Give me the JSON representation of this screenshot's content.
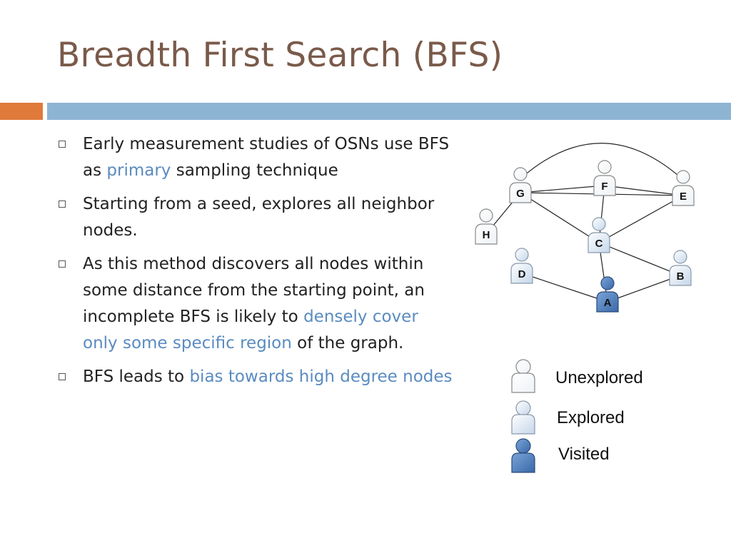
{
  "slide": {
    "title": "Breadth First Search (BFS)"
  },
  "bullets": [
    {
      "parts": [
        {
          "text": "Early measurement studies of OSNs use BFS as ",
          "highlight": false
        },
        {
          "text": "primary",
          "highlight": true
        },
        {
          "text": " sampling technique",
          "highlight": false
        }
      ]
    },
    {
      "parts": [
        {
          "text": "Starting from a seed, explores all neighbor nodes.",
          "highlight": false
        }
      ]
    },
    {
      "parts": [
        {
          "text": "As this method discovers all nodes within some distance from the starting point, an incomplete BFS is likely to ",
          "highlight": false
        },
        {
          "text": "densely cover only some specific region",
          "highlight": true
        },
        {
          "text": " of the graph.",
          "highlight": false
        }
      ]
    },
    {
      "parts": [
        {
          "text": "BFS leads to ",
          "highlight": false
        },
        {
          "text": "bias towards high degree nodes",
          "highlight": true
        }
      ]
    }
  ],
  "graph": {
    "nodes": [
      {
        "id": "G",
        "label": "G",
        "state": "unexplored"
      },
      {
        "id": "F",
        "label": "F",
        "state": "unexplored"
      },
      {
        "id": "E",
        "label": "E",
        "state": "unexplored"
      },
      {
        "id": "H",
        "label": "H",
        "state": "unexplored"
      },
      {
        "id": "C",
        "label": "C",
        "state": "explored"
      },
      {
        "id": "D",
        "label": "D",
        "state": "explored"
      },
      {
        "id": "B",
        "label": "B",
        "state": "explored"
      },
      {
        "id": "A",
        "label": "A",
        "state": "visited"
      }
    ],
    "edges": [
      [
        "G",
        "F"
      ],
      [
        "F",
        "E"
      ],
      [
        "G",
        "E"
      ],
      [
        "G",
        "H"
      ],
      [
        "G",
        "C"
      ],
      [
        "F",
        "C"
      ],
      [
        "E",
        "C"
      ],
      [
        "C",
        "A"
      ],
      [
        "C",
        "B"
      ],
      [
        "D",
        "A"
      ],
      [
        "B",
        "A"
      ]
    ]
  },
  "legend": {
    "unexplored": "Unexplored",
    "explored": "Explored",
    "visited": "Visited"
  },
  "colors": {
    "title": "#7a5a4a",
    "highlight": "#5a8bc0",
    "accent_orange": "#e07a3b",
    "accent_blue": "#8eb4d4",
    "visited_fill": "#4a7ab8"
  }
}
